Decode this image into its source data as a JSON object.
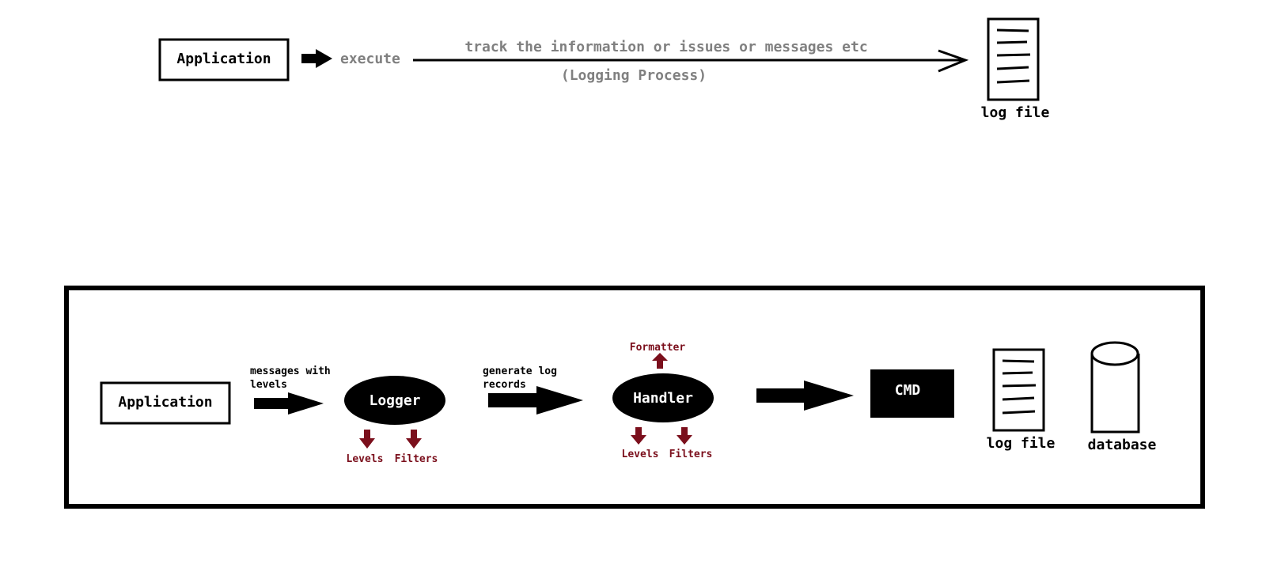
{
  "top_flow": {
    "application_label": "Application",
    "execute_label": "execute",
    "track_label": "track the information or issues or messages etc",
    "process_label": "(Logging Process)",
    "log_file_label": "log file"
  },
  "bottom_flow": {
    "application_label": "Application",
    "messages_label_line1": "messages with",
    "messages_label_line2": "levels",
    "logger_label": "Logger",
    "logger_levels_label": "Levels",
    "logger_filters_label": "Filters",
    "generate_label_line1": "generate log",
    "generate_label_line2": "records",
    "handler_label": "Handler",
    "formatter_label": "Formatter",
    "handler_levels_label": "Levels",
    "handler_filters_label": "Filters",
    "cmd_label": "CMD",
    "log_file_label": "log file",
    "database_label": "database"
  },
  "colors": {
    "ink": "#000000",
    "gray_text": "#808080",
    "accent_red": "#7b0f1c",
    "background": "#ffffff"
  }
}
